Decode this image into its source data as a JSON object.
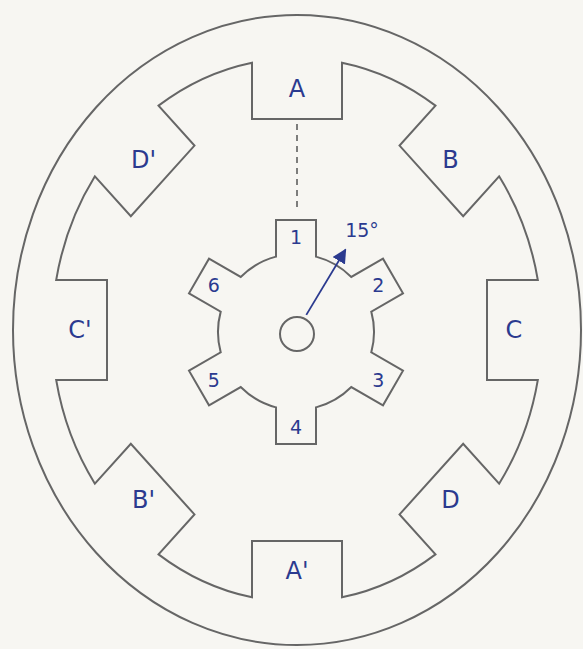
{
  "diagram": {
    "labels": [
      "A",
      "B",
      "C",
      "D",
      "A'",
      "B'",
      "C'",
      "D'",
      "1",
      "2",
      "3",
      "4",
      "5",
      "6",
      "15°"
    ]
  }
}
